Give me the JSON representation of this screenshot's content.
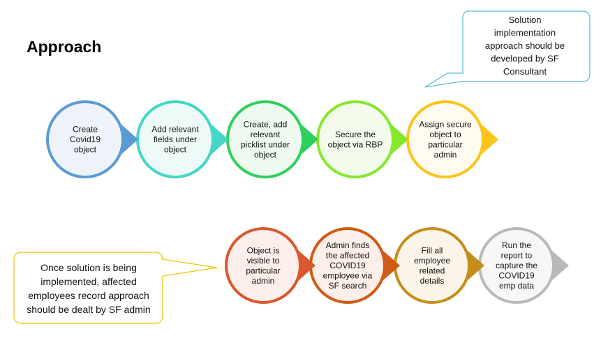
{
  "title": "Approach",
  "callout_top": {
    "lines": [
      "Solution",
      "implementation",
      "approach should be",
      "developed by SF",
      "Consultant"
    ],
    "border_color": "#5bb8d6"
  },
  "callout_bottom": {
    "lines": [
      "Once solution is being",
      "implemented, affected",
      "employees record approach",
      "should be dealt by SF admin"
    ],
    "border_color": "#f2c200"
  },
  "row1": [
    {
      "lines": [
        "Create",
        "Covid19",
        "object"
      ],
      "color": "#5b9bd5",
      "fill": "#eef3fa"
    },
    {
      "lines": [
        "Add relevant",
        "fields under",
        "object"
      ],
      "color": "#44d6c6",
      "fill": "#eefaf8"
    },
    {
      "lines": [
        "Create, add",
        "relevant",
        "picklist under",
        "object"
      ],
      "color": "#2ed15e",
      "fill": "#eefaf0"
    },
    {
      "lines": [
        "Secure the",
        "object via RBP"
      ],
      "color": "#86e82c",
      "fill": "#f3fbec"
    },
    {
      "lines": [
        "Assign secure",
        "object to",
        "particular",
        "admin"
      ],
      "color": "#fcc419",
      "fill": "#fffbf0"
    }
  ],
  "row2": [
    {
      "lines": [
        "Object is",
        "visible to",
        "particular",
        "admin"
      ],
      "color": "#d9582d",
      "fill": "#fcefeb"
    },
    {
      "lines": [
        "Admin finds",
        "the affected",
        "COVID19",
        "employee via",
        "SF search"
      ],
      "color": "#d05a16",
      "fill": "#fcefe9"
    },
    {
      "lines": [
        "Fill all",
        "employee",
        "related",
        "details"
      ],
      "color": "#c58e1b",
      "fill": "#fbf4e8"
    },
    {
      "lines": [
        "Run the",
        "report to",
        "capture the",
        "COVID19",
        "emp data"
      ],
      "color": "#b9b9b9",
      "fill": "#f7f7f7"
    }
  ]
}
